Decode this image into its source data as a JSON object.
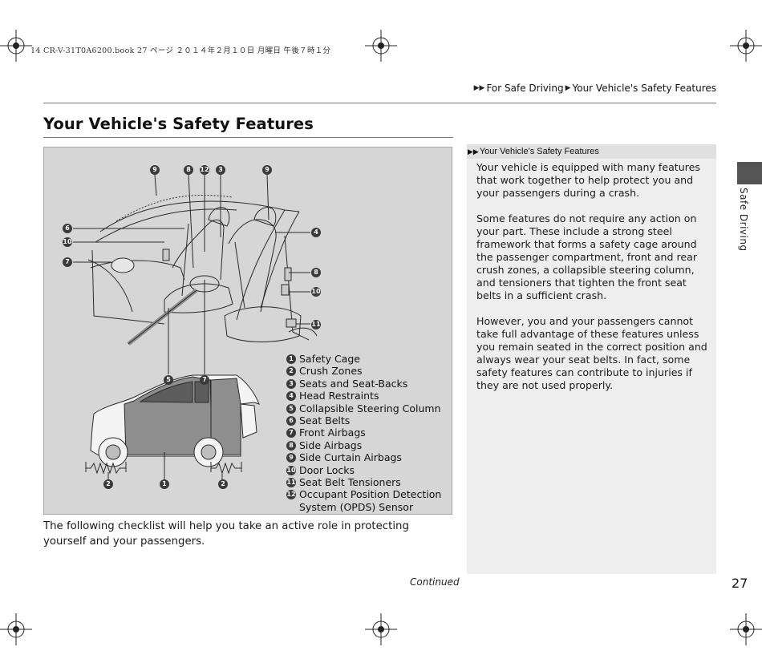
{
  "print_header": "14 CR-V-31T0A6200.book  27 ページ  ２０１４年２月１０日  月曜日  午後７時１分",
  "breadcrumb": {
    "items": [
      "For Safe Driving",
      "Your Vehicle's Safety Features"
    ]
  },
  "page_title": "Your Vehicle's Safety Features",
  "legend": {
    "items": [
      {
        "num": "1",
        "label": "Safety Cage"
      },
      {
        "num": "2",
        "label": "Crush Zones"
      },
      {
        "num": "3",
        "label": "Seats and Seat-Backs"
      },
      {
        "num": "4",
        "label": "Head Restraints"
      },
      {
        "num": "5",
        "label": "Collapsible Steering Column"
      },
      {
        "num": "6",
        "label": "Seat Belts"
      },
      {
        "num": "7",
        "label": "Front Airbags"
      },
      {
        "num": "8",
        "label": "Side Airbags"
      },
      {
        "num": "9",
        "label": "Side Curtain Airbags"
      },
      {
        "num": "10",
        "label": "Door Locks"
      },
      {
        "num": "11",
        "label": "Seat Belt Tensioners"
      },
      {
        "num": "12",
        "label": "Occupant Position Detection System (OPDS) Sensor"
      }
    ]
  },
  "body_text": "The following checklist will help you take an active role in protecting yourself and your passengers.",
  "sidebar": {
    "heading": "Your Vehicle's Safety Features",
    "paragraphs": [
      "Your vehicle is equipped with many features that work together to help protect you and your passengers during a crash.",
      "Some features do not require any action on your part. These include a strong steel framework that forms a safety cage around the passenger compartment, front and rear crush zones, a collapsible steering column, and tensioners that tighten the front seat belts in a sufficient crash.",
      "However, you and your passengers cannot take full advantage of these features unless you remain seated in the correct position and always wear your seat belts. In fact, some safety features can contribute to injuries if they are not used properly."
    ]
  },
  "side_tab_label": "Safe Driving",
  "continued": "Continued",
  "page_number": "27"
}
